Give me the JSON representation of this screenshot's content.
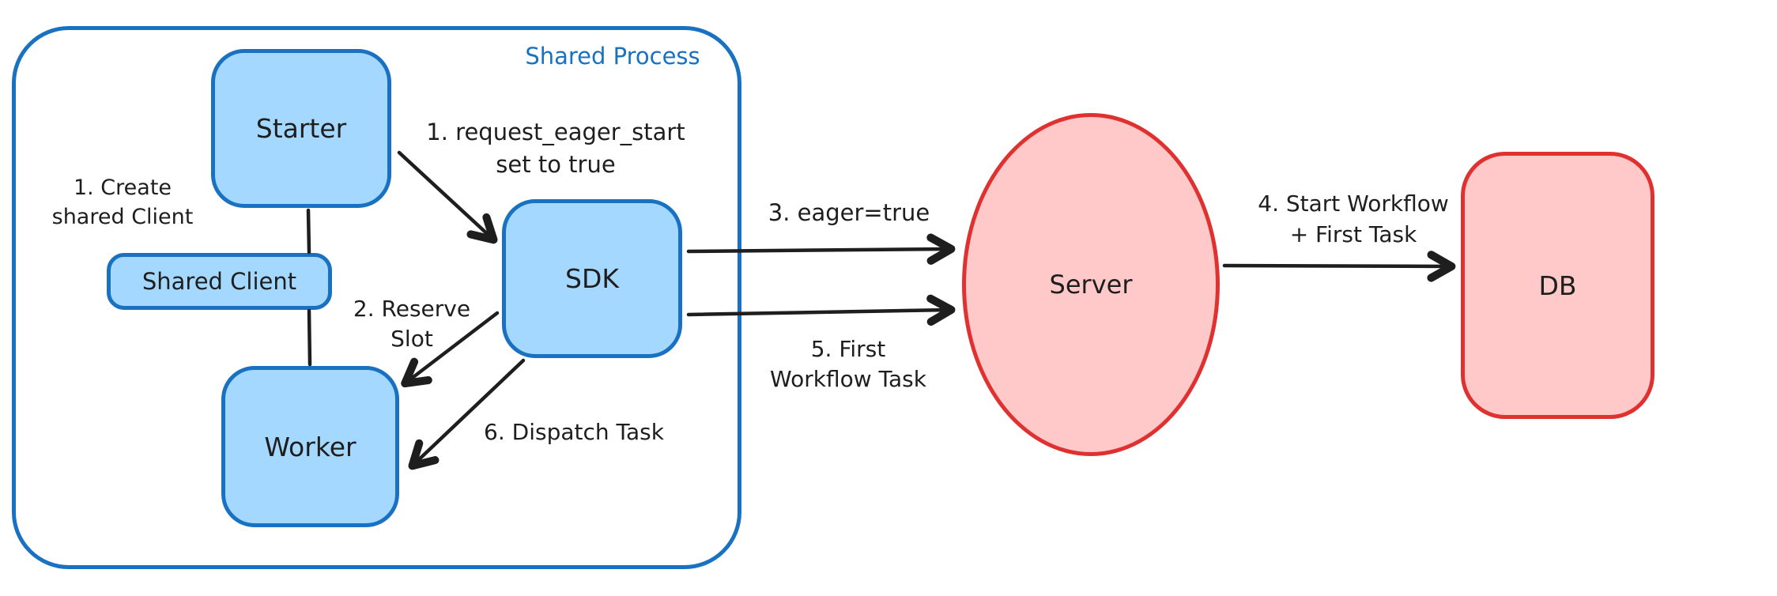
{
  "container": {
    "label": "Shared Process"
  },
  "nodes": {
    "starter": "Starter",
    "shared_client": "Shared Client",
    "worker": "Worker",
    "sdk": "SDK",
    "server": "Server",
    "db": "DB"
  },
  "labels": {
    "create_shared_client": "1. Create\nshared Client",
    "request_eager_start": "1. request_eager_start\nset to true",
    "reserve_slot": "2. Reserve\nSlot",
    "eager_true": "3. eager=true",
    "start_workflow": "4. Start Workflow\n+ First Task",
    "first_workflow_task": "5. First\nWorkflow Task",
    "dispatch_task": "6. Dispatch Task"
  },
  "colors": {
    "blue_stroke": "#1971c2",
    "blue_fill": "#a5d8ff",
    "red_stroke": "#e03131",
    "red_fill": "#ffc9c9",
    "ink": "#1e1e1e",
    "background": "#ffffff"
  }
}
